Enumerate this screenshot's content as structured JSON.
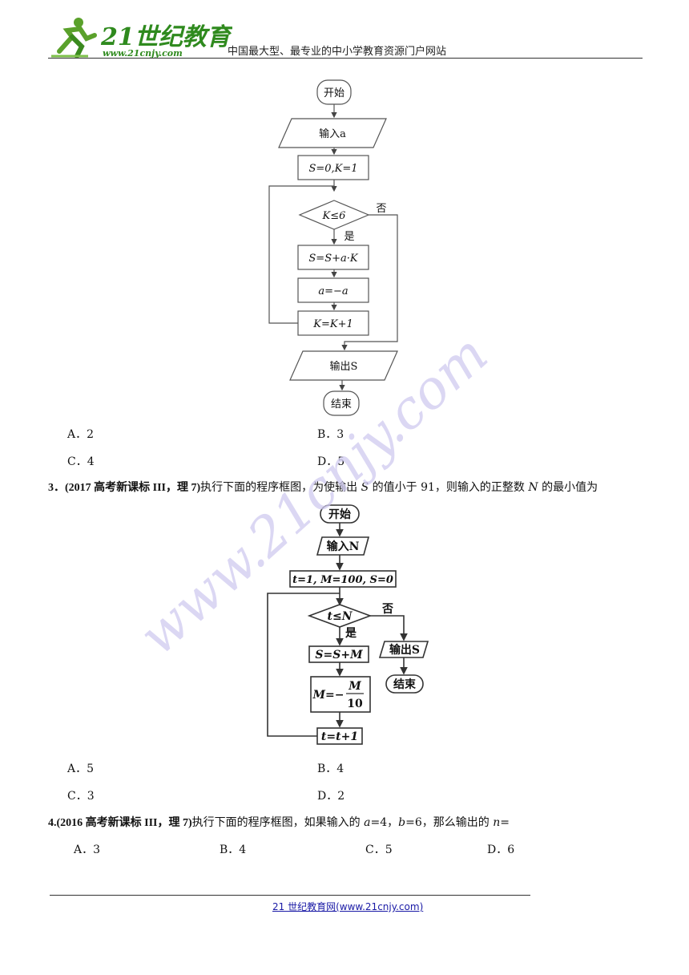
{
  "header": {
    "logo_text": "21世纪教育",
    "logo_url": "www.21cnjy.com",
    "tagline": "中国最大型、最专业的中小学教育资源门户网站"
  },
  "watermark": {
    "text": "www.21cnjy.com",
    "color": "#c9c3ec"
  },
  "flowchart1": {
    "start": "开始",
    "input": "输入a",
    "init": "S=0,K=1",
    "cond": "K≤6",
    "no": "否",
    "yes": "是",
    "step1": "S=S+a·K",
    "step2": "a=−a",
    "step3": "K=K+1",
    "output": "输出S",
    "end": "结束"
  },
  "q2_options": {
    "a": "A．2",
    "b": "B．3",
    "c": "C．4",
    "d": "D．5"
  },
  "q3": {
    "number": "3．",
    "source": "(2017 高考新课标 III，理 7)",
    "text_1": "执行下面的程序框图，为使输出 ",
    "var_s": "S",
    "text_2": " 的值小于 91，则输入的正整数 ",
    "var_n": "N",
    "text_3": " 的最小值为"
  },
  "flowchart2": {
    "start": "开始",
    "input": "输入N",
    "init": "t=1, M=100, S=0",
    "cond": "t≤N",
    "no": "否",
    "yes": "是",
    "step1": "S=S+M",
    "step2_lhs": "M=−",
    "step2_num": "M",
    "step2_den": "10",
    "step3": "t=t+1",
    "output": "输出S",
    "end": "结束"
  },
  "q3_options": {
    "a": "A．5",
    "b": "B．4",
    "c": "C．3",
    "d": "D．2"
  },
  "q4": {
    "number": "4.",
    "source": "(2016 高考新课标 III，理 7)",
    "text_1": "执行下面的程序框图，如果输入的 ",
    "var_a": "a",
    "text_2": "=4，",
    "var_b": "b",
    "text_3": "=6，那么输出的 ",
    "var_n": "n",
    "text_4": "="
  },
  "q4_options": {
    "a": "A．3",
    "b": "B．4",
    "c": "C．5",
    "d": "D．6"
  },
  "footer": {
    "link": "21 世纪教育网(www.21cnjy.com)"
  }
}
